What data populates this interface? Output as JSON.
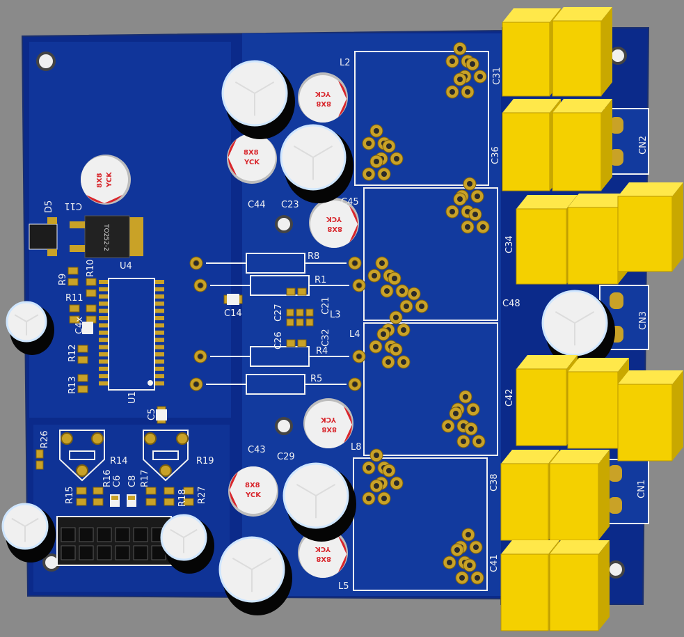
{
  "board": {
    "colors": {
      "background": "#8a8a8a",
      "substrate": "#0b2a8a",
      "copper_pour": "#123a9e",
      "pad": "#c9a227",
      "silkscreen": "#f2f2f2",
      "film_cap": "#f4d000",
      "electrolytic_top": "#f0f0f0",
      "electrolytic_body": "#050505"
    }
  },
  "labels": {
    "L2": "L2",
    "L3": "L3",
    "L4": "L4",
    "L5": "L5",
    "L8": "L8",
    "C31": "C31",
    "C36": "C36",
    "C34": "C34",
    "C42": "C42",
    "C38": "C38",
    "C41": "C41",
    "C48": "C48",
    "CN1": "CN1",
    "CN2": "CN2",
    "CN3": "CN3",
    "C44": "C44",
    "C23": "C23",
    "C45": "C45",
    "C43": "C43",
    "C29": "C29",
    "C11": "C11",
    "D5": "D5",
    "U4": "U4",
    "U1": "U1",
    "R1": "R1",
    "R4": "R4",
    "R5": "R5",
    "R8": "R8",
    "R9": "R9",
    "R10": "R10",
    "R11": "R11",
    "R12": "R12",
    "R13": "R13",
    "R14": "R14",
    "R15": "R15",
    "R16": "R16",
    "R17": "R17",
    "R18": "R18",
    "R19": "R19",
    "R26": "R26",
    "R27": "R27",
    "C5": "C5",
    "C6": "C6",
    "C8": "C8",
    "C14": "C14",
    "C21": "C21",
    "C26": "C26",
    "C27": "C27",
    "C32": "C32",
    "C4x": "C4x"
  },
  "markings": {
    "cap_brand": "YCK",
    "cap_size": "8X8",
    "regulator_package": "TO252-2"
  }
}
